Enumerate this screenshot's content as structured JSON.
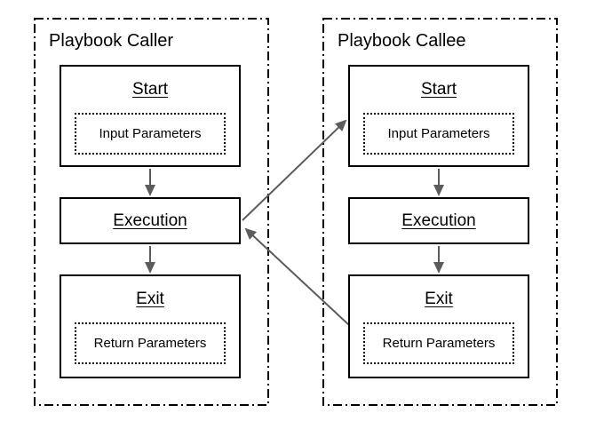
{
  "groups": [
    {
      "id": "caller",
      "title": "Playbook Caller",
      "boxes": [
        {
          "label": "Start",
          "param": "Input Parameters"
        },
        {
          "label": "Execution"
        },
        {
          "label": "Exit",
          "param": "Return Parameters"
        }
      ]
    },
    {
      "id": "callee",
      "title": "Playbook Callee",
      "boxes": [
        {
          "label": "Start",
          "param": "Input Parameters"
        },
        {
          "label": "Execution"
        },
        {
          "label": "Exit",
          "param": "Return Parameters"
        }
      ]
    }
  ],
  "edges": [
    {
      "from": "caller-start",
      "to": "caller-execution",
      "type": "flow"
    },
    {
      "from": "caller-execution",
      "to": "caller-exit",
      "type": "flow"
    },
    {
      "from": "callee-start",
      "to": "callee-execution",
      "type": "flow"
    },
    {
      "from": "callee-execution",
      "to": "callee-exit",
      "type": "flow"
    },
    {
      "from": "caller-execution",
      "to": "callee-start",
      "type": "call"
    },
    {
      "from": "callee-exit",
      "to": "caller-execution",
      "type": "return"
    }
  ],
  "colors": {
    "background": "#ffffff",
    "box_border": "#000000",
    "group_border": "#000000",
    "arrow": "#5c5c5c",
    "text": "#000000"
  }
}
